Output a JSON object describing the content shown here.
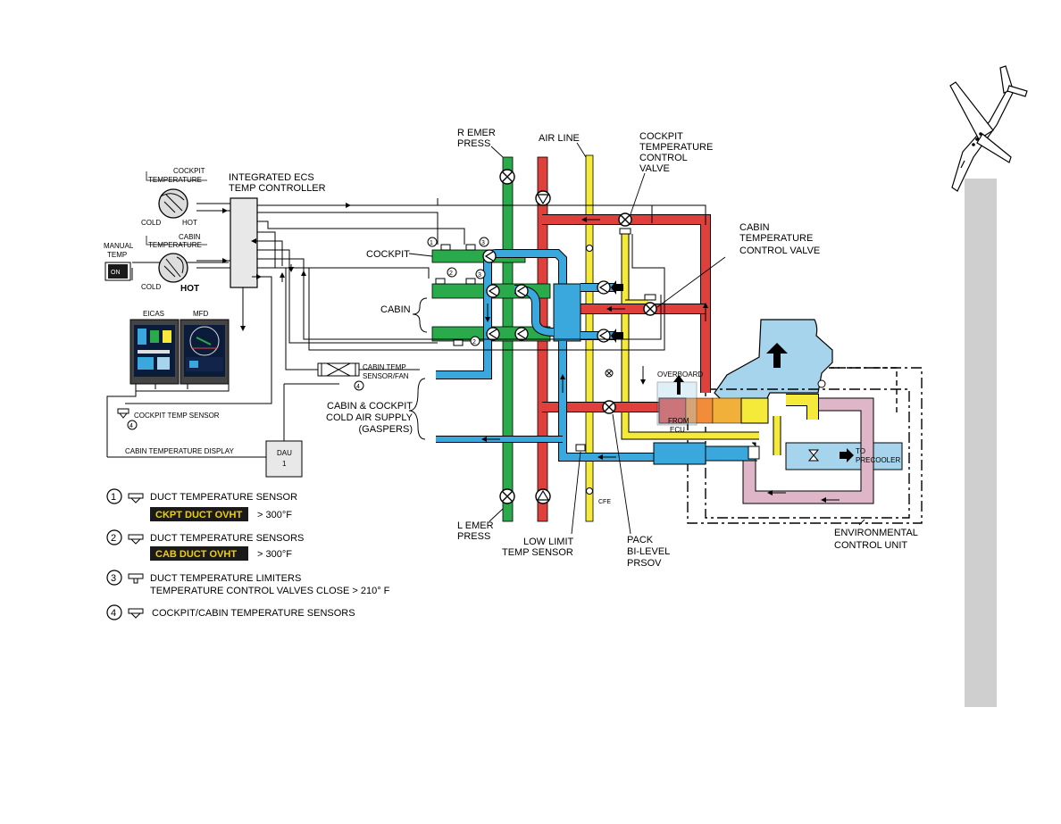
{
  "labels": {
    "r_emer_press": [
      "R EMER",
      "PRESS"
    ],
    "air_line": "AIR LINE",
    "ckpt_temp_ctrl_valve": [
      "COCKPIT",
      "TEMPERATURE",
      "CONTROL",
      "VALVE"
    ],
    "cabin_temp_ctrl_valve": [
      "CABIN",
      "TEMPERATURE",
      "CONTROL VALVE"
    ],
    "integrated_ecs": [
      "INTEGRATED ECS",
      "TEMP CONTROLLER"
    ],
    "cockpit_knob_title": [
      "COCKPIT",
      "TEMPERATURE"
    ],
    "cabin_knob_title": [
      "CABIN",
      "TEMPERATURE"
    ],
    "cold": "COLD",
    "hot": "HOT",
    "manual_temp": [
      "MANUAL",
      "TEMP"
    ],
    "on_button": "ON",
    "eicas": "EICAS",
    "mfd": "MFD",
    "cockpit": "COCKPIT",
    "cabin": "CABIN",
    "cabin_temp_sensor_fan": [
      "CABIN TEMP",
      "SENSOR/FAN"
    ],
    "cockpit_temp_sensor": "COCKPIT TEMP SENSOR",
    "cabin_temp_display": "CABIN TEMPERATURE DISPLAY",
    "dau": [
      "DAU",
      "1"
    ],
    "gaspers": [
      "CABIN & COCKPIT",
      "COLD AIR SUPPLY",
      "(GASPERS)"
    ],
    "overboard": "OVERBOARD",
    "from_ecu": [
      "FROM",
      "ECU"
    ],
    "to_precooler": [
      "TO",
      "PRECOOLER"
    ],
    "l_emer_press": [
      "L EMER",
      "PRESS"
    ],
    "cfe": "CFE",
    "low_limit": [
      "LOW LIMIT",
      "TEMP SENSOR"
    ],
    "pack_prsov": [
      "PACK",
      "BI-LEVEL",
      "PRSOV"
    ],
    "ecu": [
      "ENVIRONMENTAL",
      "CONTROL UNIT"
    ]
  },
  "callout_numbers": [
    "1",
    "2",
    "3",
    "4"
  ],
  "legend": [
    {
      "num": "1",
      "text": "DUCT TEMPERATURE SENSOR",
      "annunciator": "CKPT DUCT OVHT",
      "condition": ">  300°F"
    },
    {
      "num": "2",
      "text": "DUCT TEMPERATURE SENSORS",
      "annunciator": "CAB DUCT OVHT",
      "condition": ">  300°F"
    },
    {
      "num": "3",
      "text": "DUCT TEMPERATURE LIMITERS",
      "text2": "TEMPERATURE CONTROL VALVES CLOSE > 210° F"
    },
    {
      "num": "4",
      "text": "COCKPIT/CABIN TEMPERATURE SENSORS"
    }
  ],
  "colors": {
    "hot_air": "#e0403c",
    "cold_air": "#3aa8dc",
    "mixed_air": "#2aaa4a",
    "air_line": "#f5ea3a",
    "ecu_body": "#a6d4ec",
    "heat_exchanger": "#dfb5c8",
    "annunciator_text": "#f0d000",
    "annunciator_bg": "#1a1a1a",
    "sidebar": "#cfcfcf"
  }
}
